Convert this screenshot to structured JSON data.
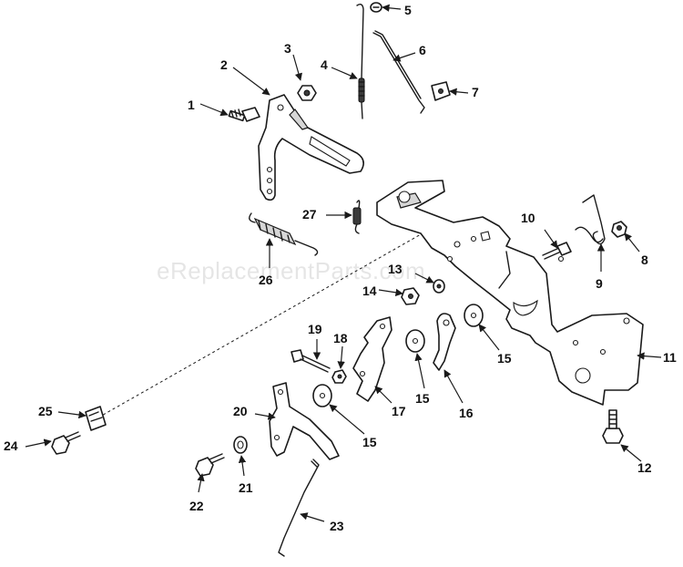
{
  "diagram": {
    "watermark": "eReplacementParts.com",
    "callouts": [
      {
        "id": "c1",
        "label": "1"
      },
      {
        "id": "c2",
        "label": "2"
      },
      {
        "id": "c3",
        "label": "3"
      },
      {
        "id": "c4",
        "label": "4"
      },
      {
        "id": "c5",
        "label": "5"
      },
      {
        "id": "c6",
        "label": "6"
      },
      {
        "id": "c7",
        "label": "7"
      },
      {
        "id": "c8",
        "label": "8"
      },
      {
        "id": "c9",
        "label": "9"
      },
      {
        "id": "c10",
        "label": "10"
      },
      {
        "id": "c11",
        "label": "11"
      },
      {
        "id": "c12",
        "label": "12"
      },
      {
        "id": "c13",
        "label": "13"
      },
      {
        "id": "c14",
        "label": "14"
      },
      {
        "id": "c15a",
        "label": "15"
      },
      {
        "id": "c15b",
        "label": "15"
      },
      {
        "id": "c15c",
        "label": "15"
      },
      {
        "id": "c16",
        "label": "16"
      },
      {
        "id": "c17",
        "label": "17"
      },
      {
        "id": "c18",
        "label": "18"
      },
      {
        "id": "c19",
        "label": "19"
      },
      {
        "id": "c20",
        "label": "20"
      },
      {
        "id": "c21",
        "label": "21"
      },
      {
        "id": "c22",
        "label": "22"
      },
      {
        "id": "c23",
        "label": "23"
      },
      {
        "id": "c24",
        "label": "24"
      },
      {
        "id": "c25",
        "label": "25"
      },
      {
        "id": "c26",
        "label": "26"
      },
      {
        "id": "c27",
        "label": "27"
      }
    ]
  }
}
